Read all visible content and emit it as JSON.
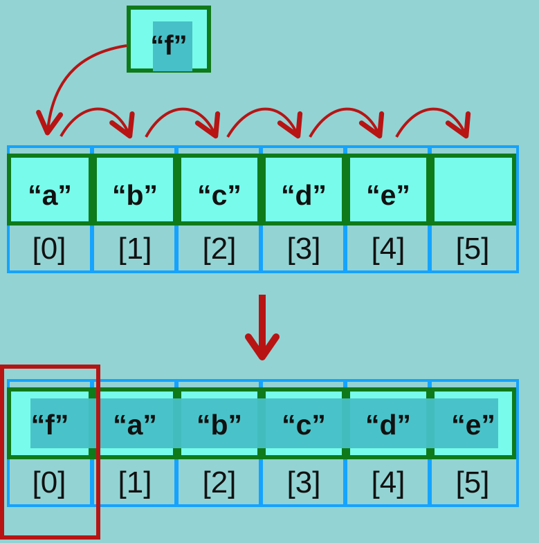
{
  "new_element": {
    "label": "“f”"
  },
  "before": {
    "values": [
      "“a”",
      "“b”",
      "“c”",
      "“d”",
      "“e”",
      ""
    ],
    "indices": [
      "[0]",
      "[1]",
      "[2]",
      "[3]",
      "[4]",
      "[5]"
    ]
  },
  "after": {
    "values": [
      "“f”",
      "“a”",
      "“b”",
      "“c”",
      "“d”",
      "“e”"
    ],
    "indices": [
      "[0]",
      "[1]",
      "[2]",
      "[3]",
      "[4]",
      "[5]"
    ]
  },
  "colors": {
    "background": "#93d3d3",
    "cell_border": "#15a3ff",
    "value_fill": "#78fbeb",
    "value_border": "#0f7a1a",
    "shade": "#47c0c7",
    "arrow": "#b81414"
  }
}
